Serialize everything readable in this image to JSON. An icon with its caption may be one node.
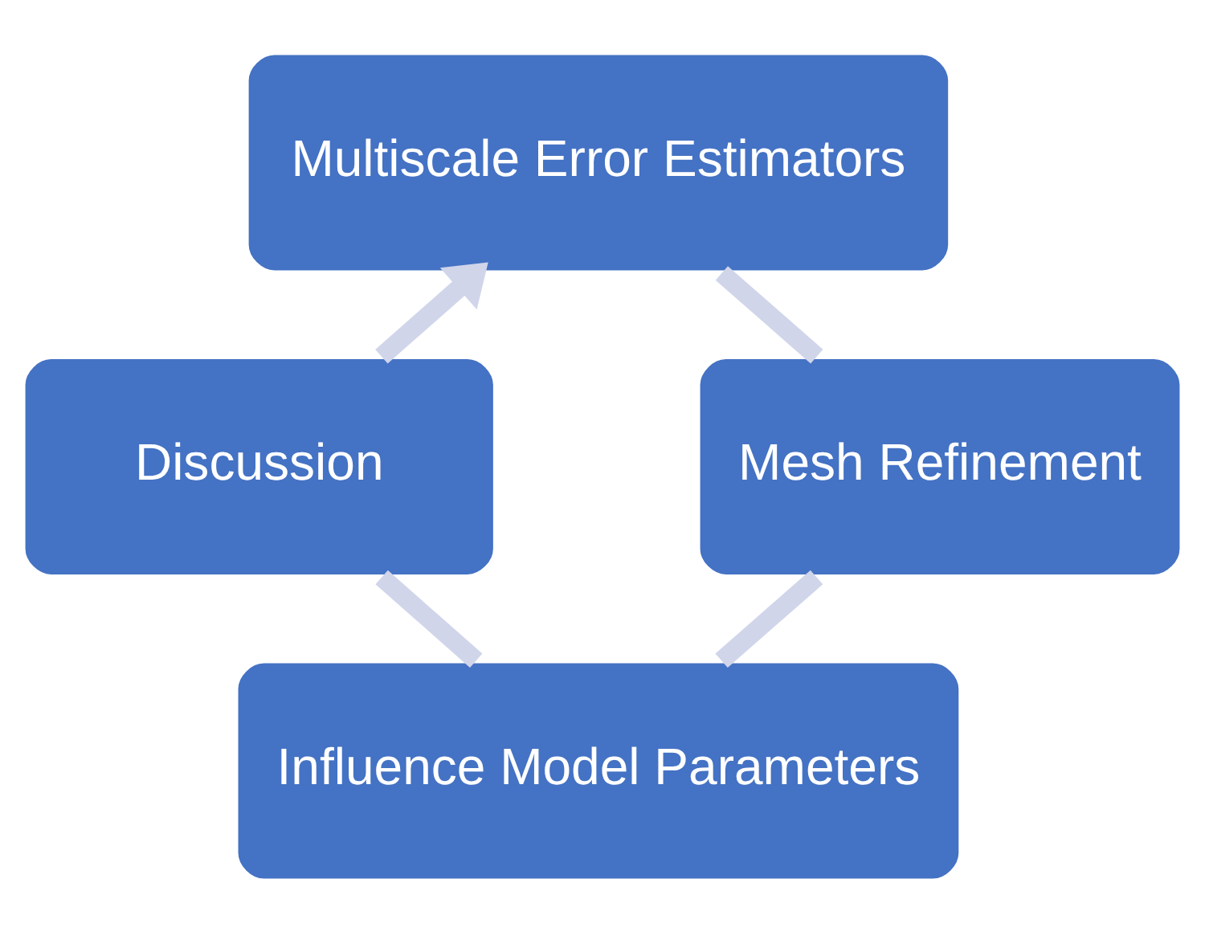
{
  "diagram": {
    "nodes": [
      {
        "text": [
          "Multiscale Error Estimators"
        ]
      },
      {
        "text": [
          "Mesh Refinement"
        ]
      },
      {
        "text": [
          "Influence Model Parameters"
        ]
      },
      {
        "text": [
          "Discussion"
        ]
      }
    ],
    "edges": [
      {
        "from": 0,
        "to": 1,
        "arrow": "none"
      },
      {
        "from": 1,
        "to": 2,
        "arrow": "none"
      },
      {
        "from": 2,
        "to": 3,
        "arrow": "none"
      },
      {
        "from": 3,
        "to": 0,
        "arrow": "to"
      }
    ]
  }
}
